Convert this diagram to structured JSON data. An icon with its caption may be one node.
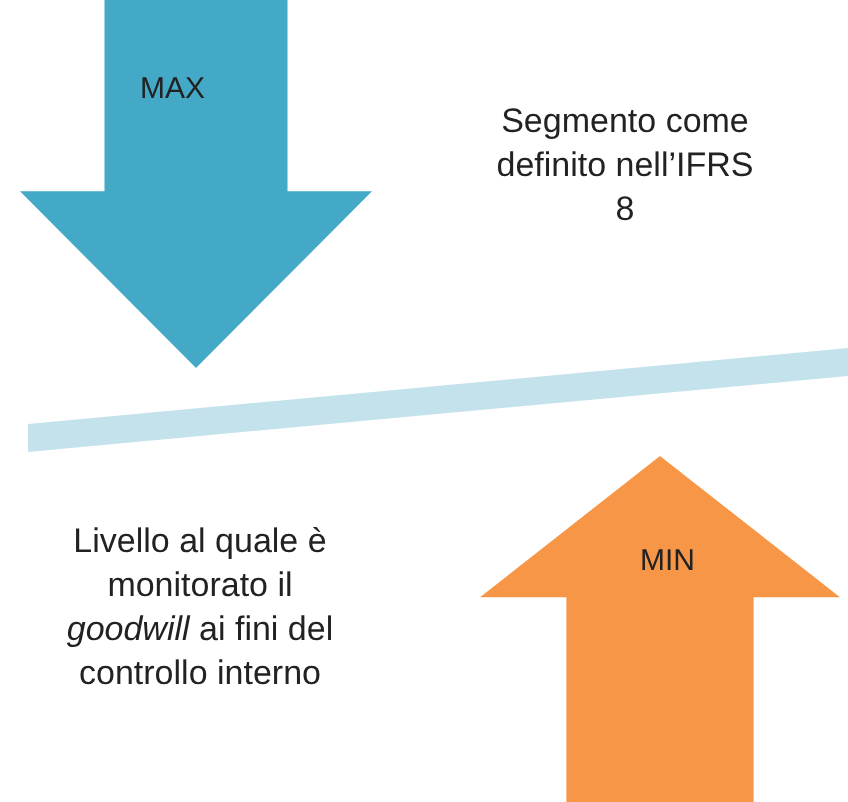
{
  "diagram": {
    "nodes": [
      {
        "text": [
          "MAX"
        ]
      },
      {
        "text": [],
        "shape": "bar"
      },
      {
        "text": [
          "MIN"
        ]
      }
    ],
    "labels": [
      "Segmento come definito nell’IFRS 8",
      "Livello al quale è monitorato il *goodwill* ai fini del controllo interno"
    ]
  }
}
